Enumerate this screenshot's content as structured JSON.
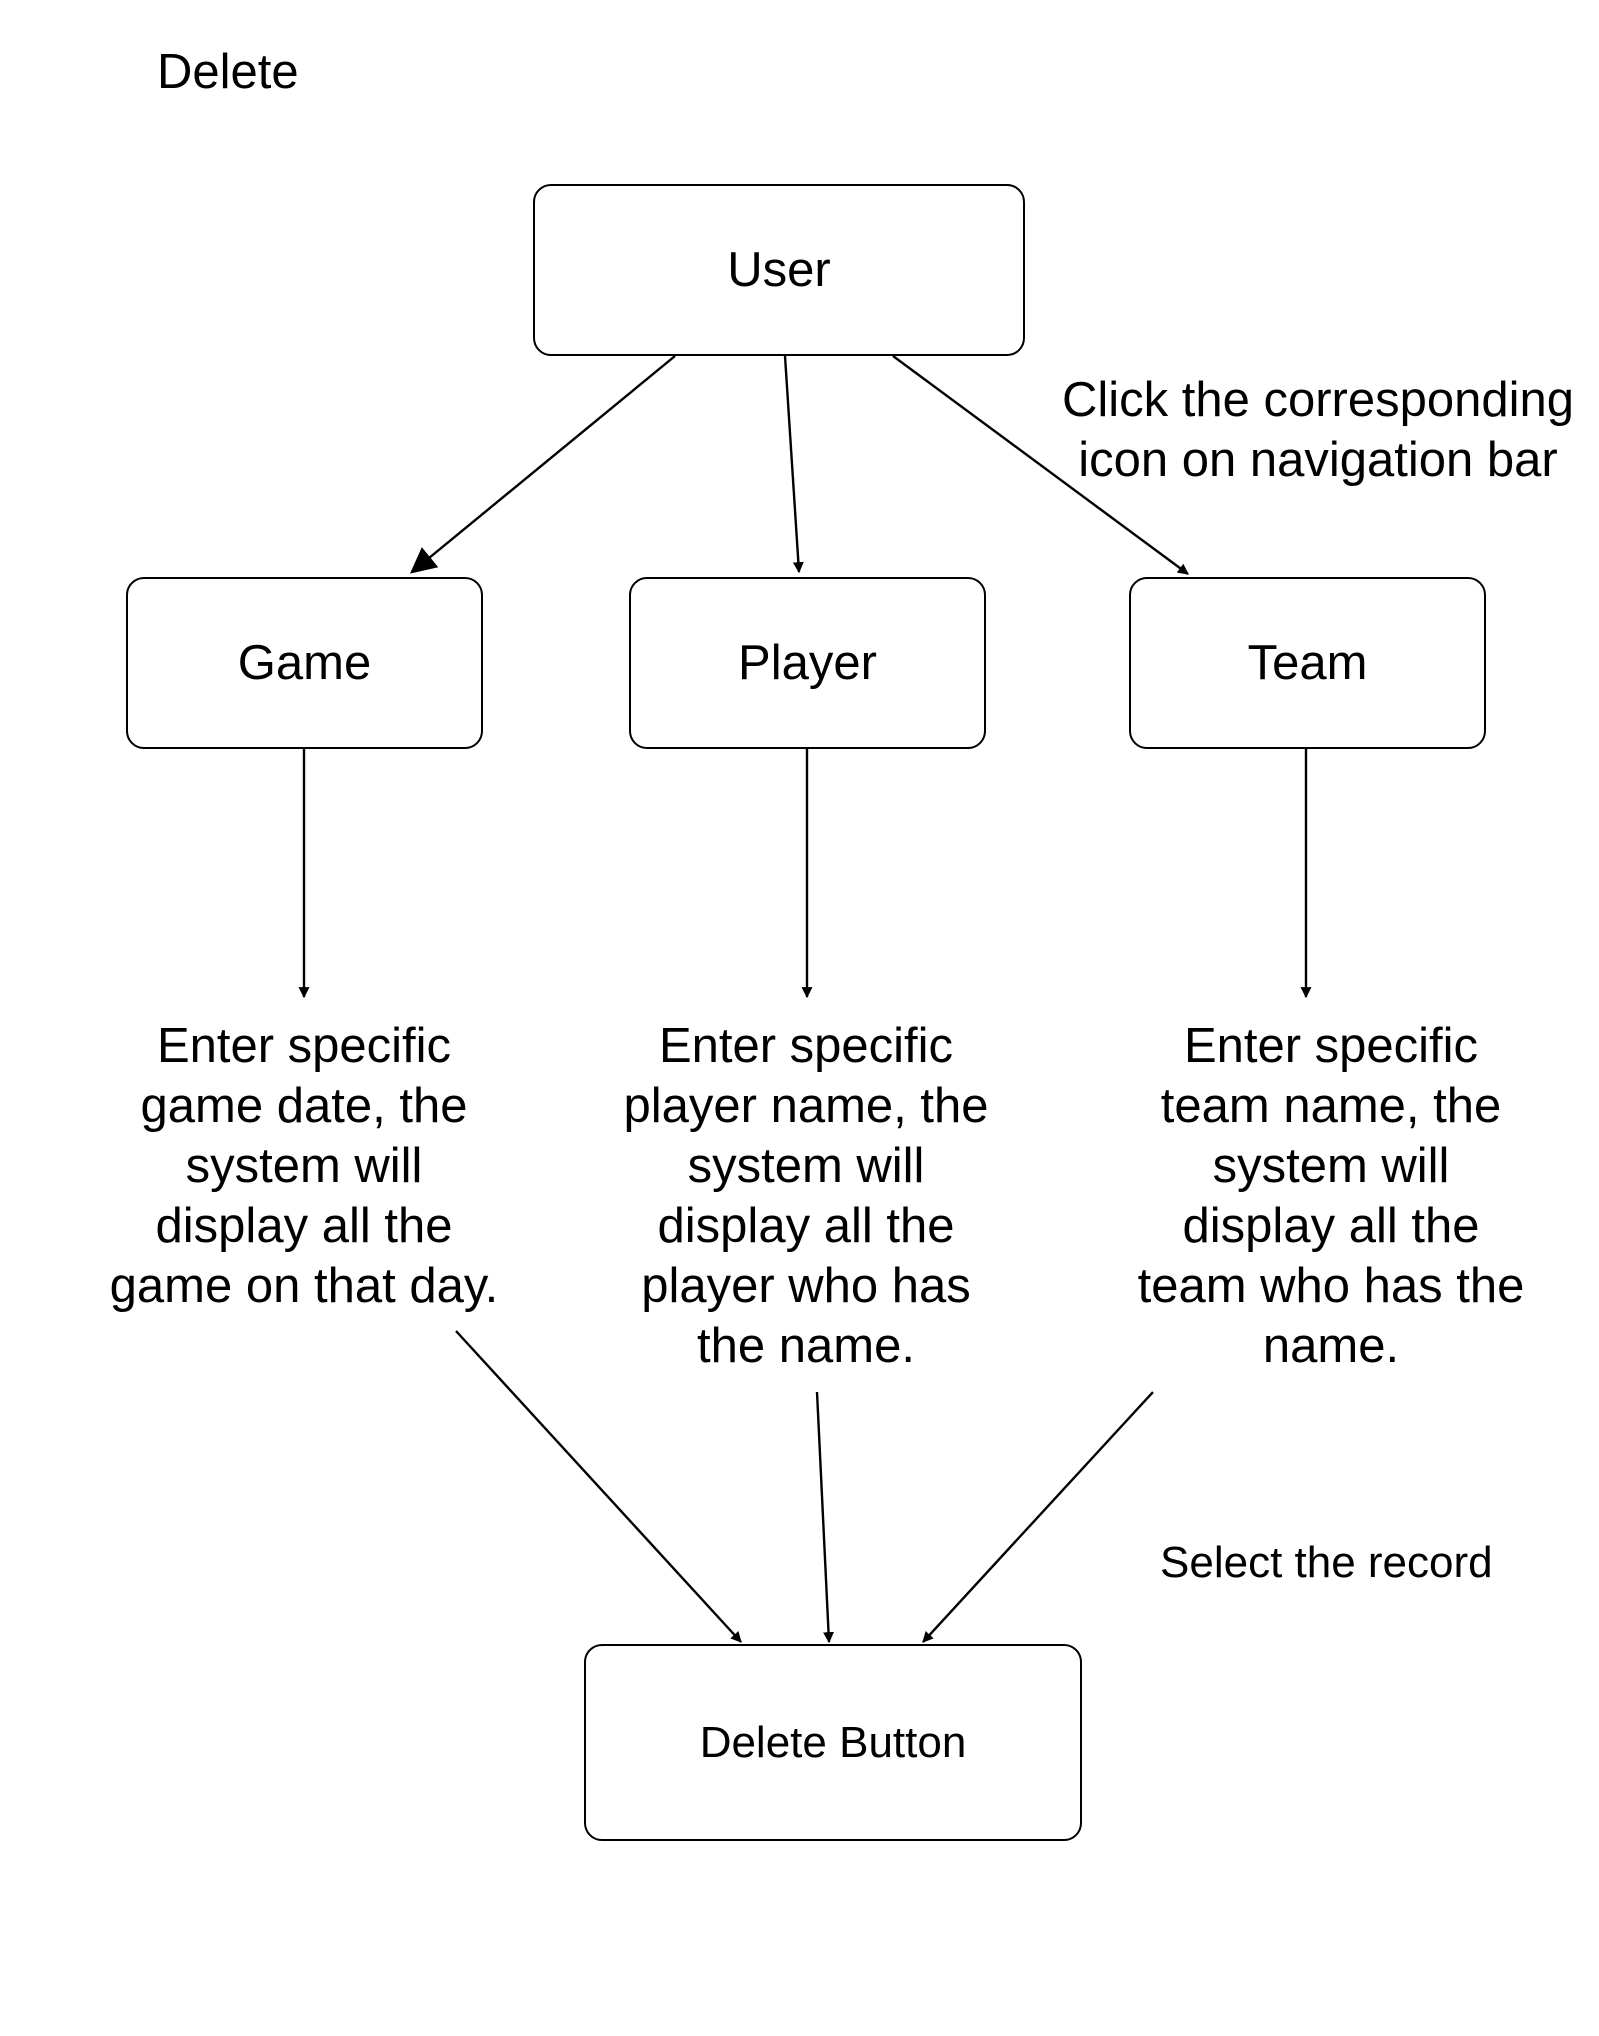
{
  "title": "Delete",
  "nodes": {
    "user": "User",
    "game": "Game",
    "player": "Player",
    "team": "Team",
    "delete_button": "Delete Button"
  },
  "edge_labels": {
    "navigation": "Click the corresponding\nicon on navigation bar",
    "select": "Select the record"
  },
  "descriptions": {
    "game": "Enter specific\ngame date, the\nsystem will\ndisplay all the\ngame on that day.",
    "player": "Enter specific\nplayer name, the\nsystem will\ndisplay all the\nplayer who has\nthe name.",
    "team": "Enter specific\nteam name, the\nsystem will\ndisplay all the\nteam who has the\nname."
  }
}
